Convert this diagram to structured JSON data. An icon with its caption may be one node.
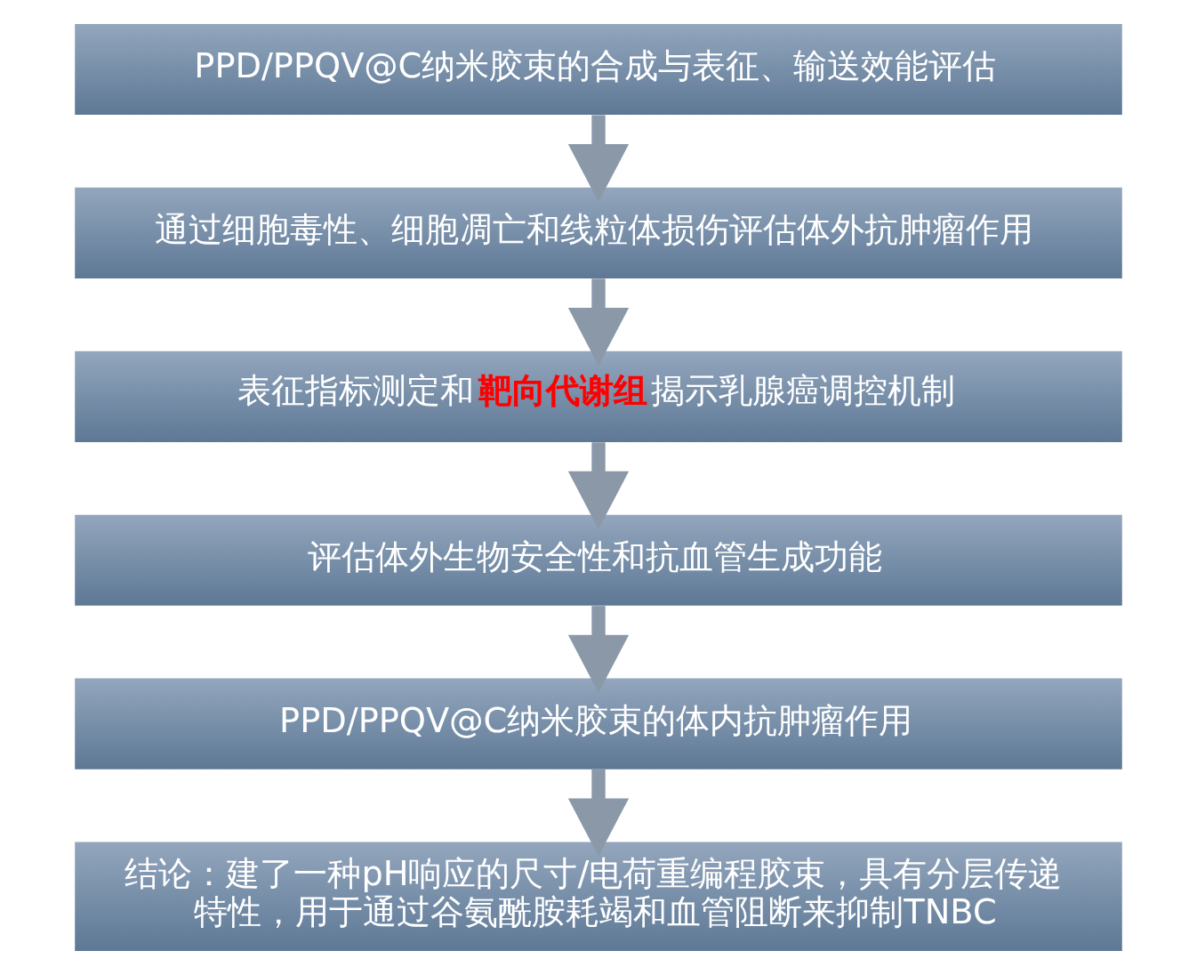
{
  "diagram": {
    "nodes": [
      {
        "text": [
          "PPD/PPQV@C纳米胶束的合成与表征、输送效能评估"
        ]
      },
      {
        "text": [
          "通过细胞毒性、细胞凋亡和线粒体损伤评估体外抗肿瘤作用"
        ]
      },
      {
        "text": [
          "表征指标测定和**靶向代谢组**揭示乳腺癌调控机制"
        ]
      },
      {
        "text": [
          "评估体外生物安全性和抗血管生成功能"
        ]
      },
      {
        "text": [
          "PPD/PPQV@C纳米胶束的体内抗肿瘤作用"
        ]
      },
      {
        "text": [
          "结论：建了一种pH响应的尺寸/电荷重编程胶束，具有分层传递特性，用于通过谷氨酰胺耗竭和血管阻断来抑制TNBC"
        ]
      }
    ],
    "edges": [
      {
        "from": 0,
        "to": 1,
        "arrow": "to"
      },
      {
        "from": 1,
        "to": 2,
        "arrow": "to"
      },
      {
        "from": 2,
        "to": 3,
        "arrow": "to"
      },
      {
        "from": 3,
        "to": 4,
        "arrow": "to"
      },
      {
        "from": 4,
        "to": 5,
        "arrow": "to"
      }
    ]
  }
}
